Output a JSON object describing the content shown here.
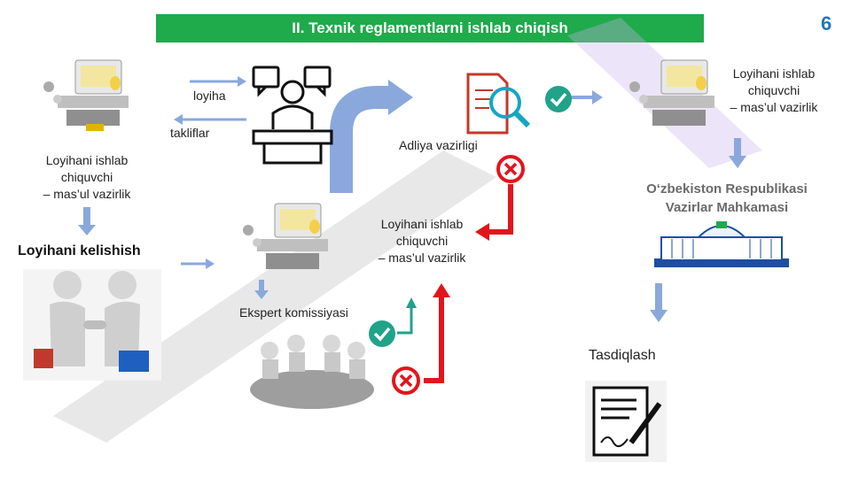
{
  "header": {
    "title": "II. Texnik reglamentlarni ishlab chiqish",
    "page_number": "6"
  },
  "labels": {
    "ministry_line1": "Loyihani ishlab",
    "ministry_line2": "chiquvchi",
    "ministry_line3": "– mas’ul vazirlik",
    "loyiha": "loyiha",
    "takliflar": "takliflar",
    "adliya": "Adliya vazirligi",
    "kelishish": "Loyihani kelishish",
    "ekspert": "Ekspert komissiyasi",
    "gov_line1": "O‘zbekiston Respublikasi",
    "gov_line2": "Vazirlar Mahkamasi",
    "tasdiqlash": "Tasdiqlash"
  },
  "colors": {
    "title_bar": "#1faa4b",
    "page_number": "#1f78b4",
    "flow_arrow": "#8aa8dc",
    "approve": "#1fa389",
    "reject": "#e3141b"
  },
  "icons": [
    "computer-workstation-icon",
    "meeting-speaker-icon",
    "document-search-icon",
    "check-circle-icon",
    "cross-circle-icon",
    "handshake-icon",
    "group-meeting-icon",
    "government-building-icon",
    "signed-document-icon"
  ]
}
